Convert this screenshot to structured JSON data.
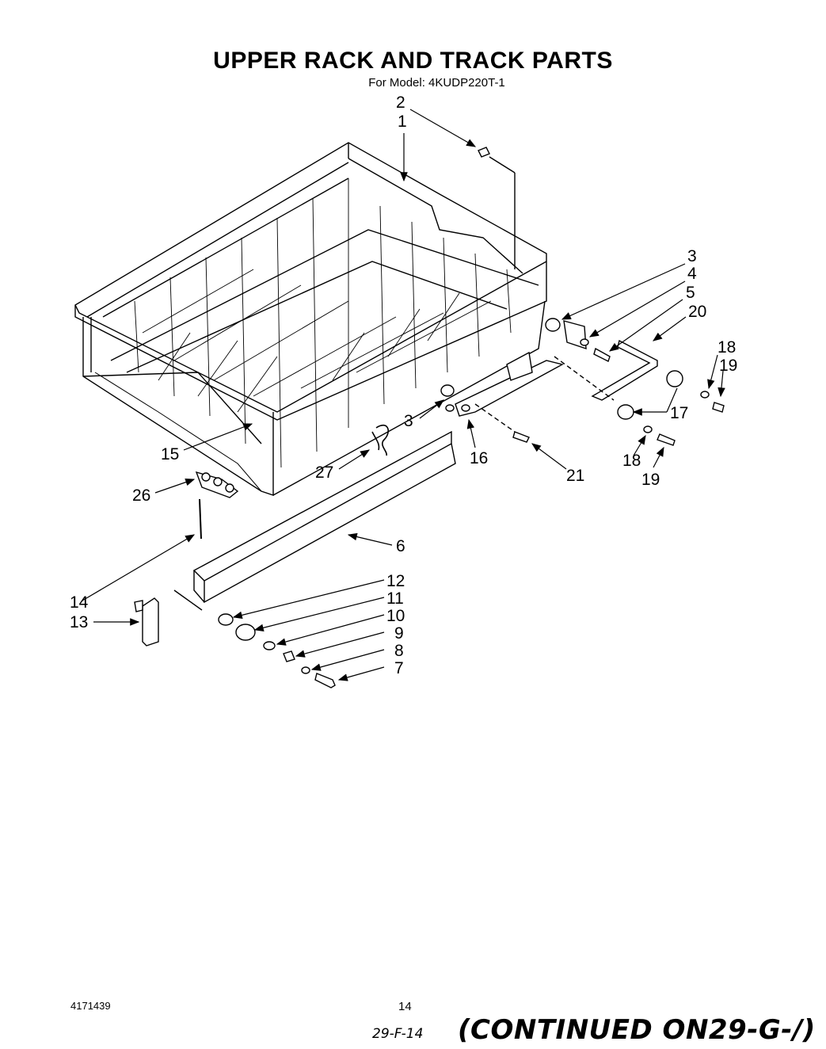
{
  "header": {
    "title": "UPPER RACK AND TRACK PARTS",
    "subtitle": "For Model: 4KUDP220T-1"
  },
  "callouts": [
    "2",
    "1",
    "3",
    "4",
    "5",
    "20",
    "18",
    "19",
    "17",
    "3",
    "16",
    "21",
    "18",
    "19",
    "15",
    "27",
    "26",
    "6",
    "14",
    "13",
    "12",
    "11",
    "10",
    "9",
    "8",
    "7"
  ],
  "footer": {
    "doc_number": "4171439",
    "page_number": "14",
    "handwritten_note": "29-F-14",
    "continued_note": "(CONTINUED ON29-G-/)"
  }
}
